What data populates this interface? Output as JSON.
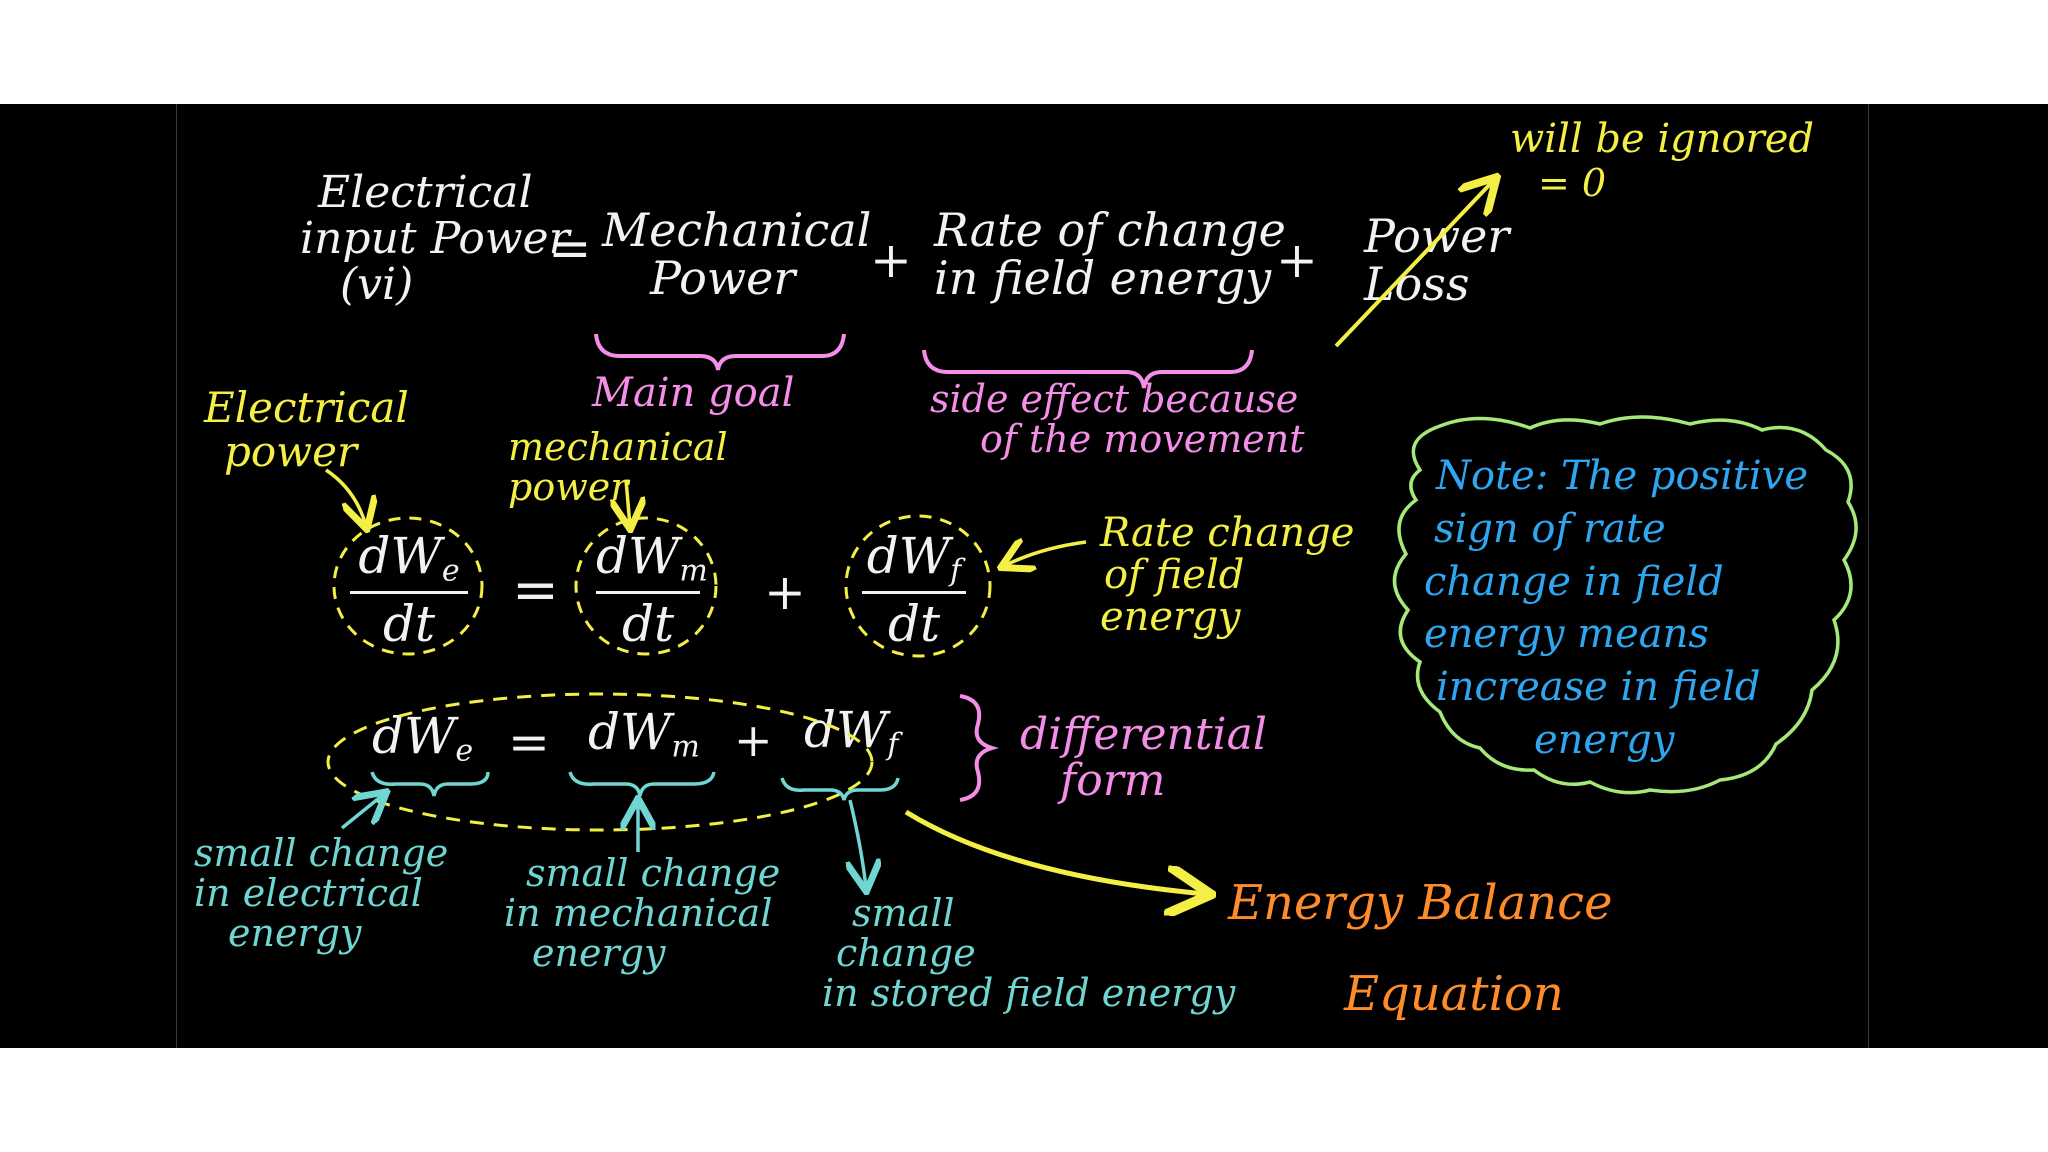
{
  "top_equation": {
    "lhs": [
      "Electrical",
      "input Power",
      "(vi)"
    ],
    "equals": "=",
    "mechanical": [
      "Mechanical",
      "Power"
    ],
    "plus1": "+",
    "field": [
      "Rate of change",
      "in field energy"
    ],
    "plus2": "+",
    "loss": [
      "Power",
      "Loss"
    ],
    "ignored": "will be ignored",
    "zero": "= 0"
  },
  "brace_notes": {
    "main_goal": "Main goal",
    "side_effect": [
      "side effect because",
      "of the movement"
    ]
  },
  "labels": {
    "electrical_power": [
      "Electrical",
      "power"
    ],
    "mechanical_power": [
      "mechanical",
      "power"
    ],
    "rate_change": [
      "Rate change",
      "of field",
      "energy"
    ]
  },
  "fraction_equation": {
    "we": {
      "num": "dW",
      "sub": "e",
      "den": "dt"
    },
    "equals": "=",
    "wm": {
      "num": "dW",
      "sub": "m",
      "den": "dt"
    },
    "plus": "+",
    "wf": {
      "num": "dW",
      "sub": "f",
      "den": "dt"
    }
  },
  "differential_equation": {
    "we": "dW",
    "we_sub": "e",
    "equals": "=",
    "wm": "dW",
    "wm_sub": "m",
    "plus": "+",
    "wf": "dW",
    "wf_sub": "f",
    "label": [
      "differential",
      "form"
    ]
  },
  "small_changes": {
    "electrical": [
      "small change",
      "in electrical",
      "energy"
    ],
    "mechanical": [
      "small change",
      "in mechanical",
      "energy"
    ],
    "stored": [
      "small",
      "change",
      "in stored field energy"
    ]
  },
  "energy_balance": [
    "Energy Balance",
    "Equation"
  ],
  "note": [
    "Note: The positive",
    "sign of rate",
    "change in field",
    "energy means",
    "increase in field",
    "energy"
  ],
  "colors": {
    "background": "#000000",
    "white": "#f2f2f2",
    "yellow": "#f4ef45",
    "pink": "#f48ee8",
    "cyan": "#6fd6d2",
    "orange": "#ff8c2a",
    "blue": "#2ea6f0",
    "note_border": "#a6e87a"
  }
}
